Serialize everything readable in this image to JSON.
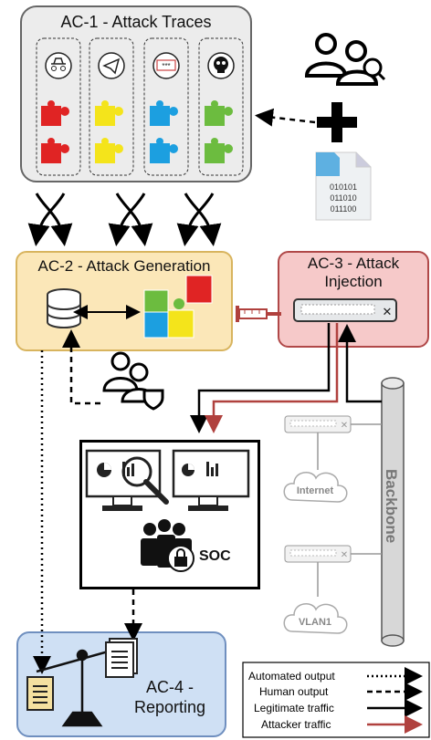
{
  "ac1": {
    "title": "AC-1 - Attack Traces"
  },
  "ac2": {
    "title": "AC-2 - Attack Generation"
  },
  "ac3": {
    "title": "AC-3 - Attack Injection"
  },
  "ac4": {
    "title": "AC-4 - Reporting"
  },
  "soc": {
    "label": "SOC"
  },
  "network": {
    "internet": "Internet",
    "vlan": "VLAN1",
    "backbone": "Backbone"
  },
  "binary": {
    "line1": "010101",
    "line2": "011010",
    "line3": "011100"
  },
  "password_icon_text": "***",
  "legend": {
    "automated": "Automated output",
    "human": "Human output",
    "legitimate": "Legitimate traffic",
    "attacker": "Attacker traffic"
  },
  "colors": {
    "ac1_fill": "#ececec",
    "ac2_fill": "#fbe7b8",
    "ac3_fill": "#f6c9c9",
    "ac4_fill": "#cfe0f4",
    "puzzle_red": "#e02424",
    "puzzle_yellow": "#f4e41b",
    "puzzle_blue": "#1c9fe0",
    "puzzle_green": "#6cbc3f",
    "attacker_traffic": "#b0413e"
  }
}
